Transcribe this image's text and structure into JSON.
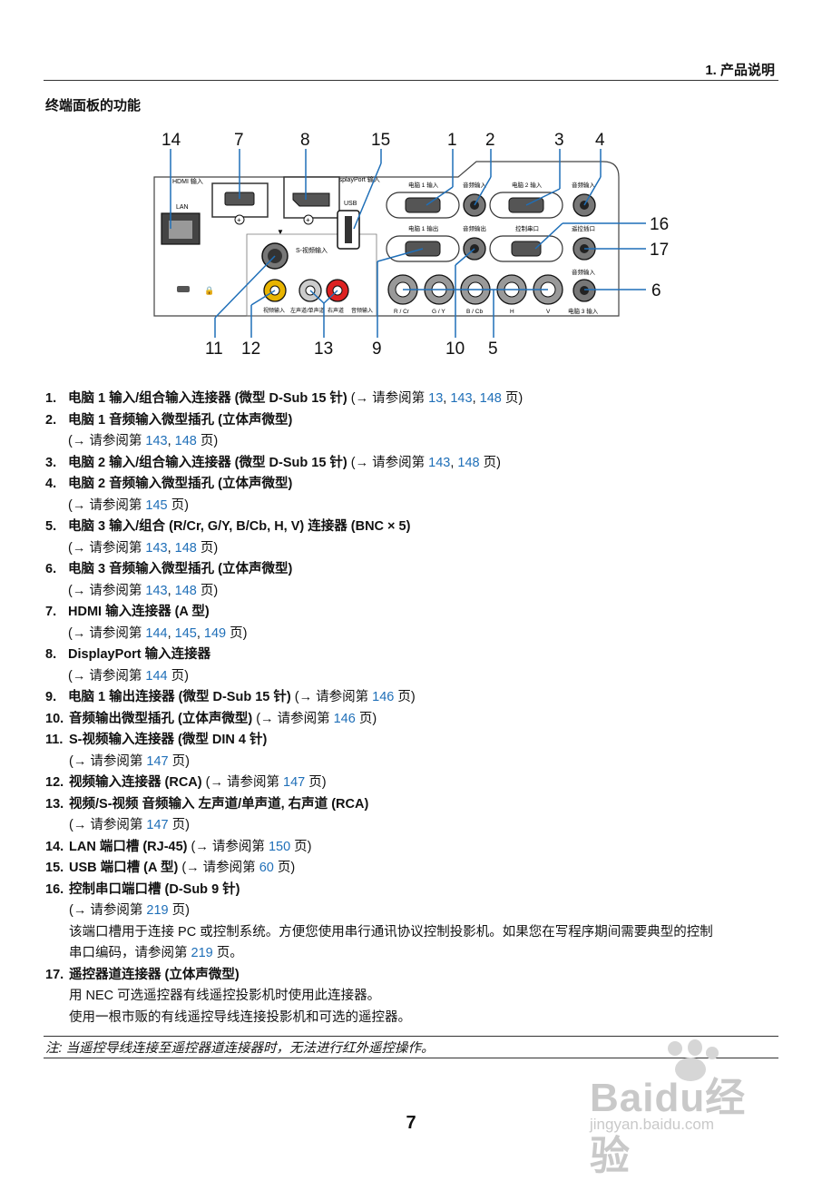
{
  "header": {
    "chapter": "1. 产品说明",
    "section_title": "终端面板的功能"
  },
  "diagram": {
    "callouts": {
      "c14": "14",
      "c7": "7",
      "c8": "8",
      "c15": "15",
      "c1": "1",
      "c2": "2",
      "c3": "3",
      "c4": "4",
      "c16": "16",
      "c17": "17",
      "c6": "6",
      "c11": "11",
      "c12": "12",
      "c13": "13",
      "c9": "9",
      "c10": "10",
      "c5": "5"
    },
    "labels": {
      "hdmi": "HDMI 输入",
      "displayport": "DisplayPort 输入",
      "usb": "USB",
      "lan": "LAN",
      "comp1_in": "电脑 1 输入",
      "audio_in_1": "音频输入",
      "comp2_in": "电脑 2 输入",
      "audio_in_2": "音频输入",
      "comp1_out": "电脑 1 输出",
      "audio_out": "音频输出",
      "control": "控制串口",
      "remote": "遥控插口",
      "audio_in_3": "音频输入",
      "svideo": "S-视频输入",
      "video_in": "视频输入",
      "left_mono": "左声道/单声道",
      "right": "右声道",
      "audio_in_rca": "音频输入",
      "rcr": "R / Cr",
      "gy": "G / Y",
      "bcb": "B / Cb",
      "h": "H",
      "v": "V",
      "comp3_in": "电脑 3 输入"
    }
  },
  "items": [
    {
      "num": "1.",
      "title": "电脑 1 输入/组合输入连接器 (微型 D-Sub 15 针)",
      "pre": " (→ 请参阅第 ",
      "refs": [
        "13",
        "143",
        "148"
      ],
      "post": " 页)"
    },
    {
      "num": "2.",
      "title": "电脑 1 音频输入微型插孔 (立体声微型)",
      "pre": "(→ 请参阅第 ",
      "refs": [
        "143",
        "148"
      ],
      "post": " 页)"
    },
    {
      "num": "3.",
      "title": "电脑 2 输入/组合输入连接器 (微型 D-Sub 15 针)",
      "pre": " (→ 请参阅第 ",
      "refs": [
        "143",
        "148"
      ],
      "post": " 页)"
    },
    {
      "num": "4.",
      "title": "电脑 2 音频输入微型插孔 (立体声微型)",
      "pre": "(→ 请参阅第 ",
      "refs": [
        "145"
      ],
      "post": " 页)"
    },
    {
      "num": "5.",
      "title": "电脑 3 输入/组合 (R/Cr, G/Y, B/Cb, H, V) 连接器 (BNC × 5)",
      "pre": "(→ 请参阅第 ",
      "refs": [
        "143",
        "148"
      ],
      "post": " 页)"
    },
    {
      "num": "6.",
      "title": "电脑 3 音频输入微型插孔 (立体声微型)",
      "pre": "(→ 请参阅第 ",
      "refs": [
        "143",
        "148"
      ],
      "post": " 页)"
    },
    {
      "num": "7.",
      "title": "HDMI 输入连接器 (A 型)",
      "pre": "(→ 请参阅第 ",
      "refs": [
        "144",
        "145",
        "149"
      ],
      "post": " 页)"
    },
    {
      "num": "8.",
      "title": "DisplayPort 输入连接器",
      "pre": "(→ 请参阅第 ",
      "refs": [
        "144"
      ],
      "post": " 页)"
    },
    {
      "num": "9.",
      "title": "电脑 1 输出连接器 (微型 D-Sub 15 针)",
      "pre": " (→ 请参阅第 ",
      "refs": [
        "146"
      ],
      "post": " 页)"
    },
    {
      "num": "10.",
      "title": "音频输出微型插孔 (立体声微型)",
      "pre": " (→ 请参阅第 ",
      "refs": [
        "146"
      ],
      "post": " 页)"
    },
    {
      "num": "11.",
      "title": "S-视频输入连接器 (微型 DIN 4 针)",
      "pre": "(→ 请参阅第 ",
      "refs": [
        "147"
      ],
      "post": " 页)"
    },
    {
      "num": "12.",
      "title": "视频输入连接器 (RCA)",
      "pre": " (→ 请参阅第 ",
      "refs": [
        "147"
      ],
      "post": " 页)"
    },
    {
      "num": "13.",
      "title": "视频/S-视频 音频输入 左声道/单声道, 右声道 (RCA)",
      "pre": "(→ 请参阅第 ",
      "refs": [
        "147"
      ],
      "post": " 页)"
    },
    {
      "num": "14.",
      "title": "LAN 端口槽 (RJ-45)",
      "pre": " (→ 请参阅第 ",
      "refs": [
        "150"
      ],
      "post": " 页)"
    },
    {
      "num": "15.",
      "title": "USB 端口槽 (A 型)",
      "pre": " (→ 请参阅第 ",
      "refs": [
        "60"
      ],
      "post": " 页)"
    },
    {
      "num": "16.",
      "title": "控制串口端口槽 (D-Sub 9 针)",
      "pre": "(→ 请参阅第 ",
      "refs": [
        "219"
      ],
      "post": " 页)",
      "desc1": "该端口槽用于连接 PC 或控制系统。方便您使用串行通讯协议控制投影机。如果您在写程序期间需要典型的控制",
      "desc2_pre": "串口编码，请参阅第 ",
      "desc2_ref": "219",
      "desc2_post": " 页。"
    },
    {
      "num": "17.",
      "title": "遥控器道连接器 (立体声微型)",
      "desc1": "用 NEC 可选遥控器有线遥控投影机时使用此连接器。",
      "desc2": "使用一根市贩的有线遥控导线连接投影机和可选的遥控器。"
    }
  ],
  "note": "注: 当遥控导线连接至遥控器道连接器时，无法进行红外遥控操作。",
  "page_number": "7",
  "watermark": {
    "brand": "Baidu经验",
    "url": "jingyan.baidu.com"
  }
}
